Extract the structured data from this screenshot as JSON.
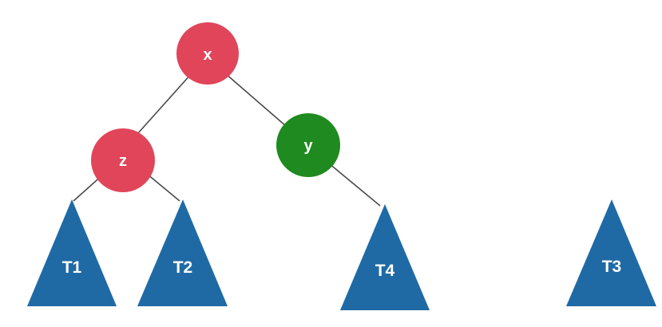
{
  "colors": {
    "background": "#ffffff",
    "node_red": "#e0455a",
    "node_green": "#1f8a1f",
    "subtree_blue": "#1f6aa5",
    "edge": "#4a4a4a",
    "label": "#ffffff"
  },
  "nodes": [
    {
      "id": "x",
      "label": "x",
      "color": "red"
    },
    {
      "id": "z",
      "label": "z",
      "color": "red"
    },
    {
      "id": "y",
      "label": "y",
      "color": "green"
    }
  ],
  "subtrees": [
    {
      "id": "T1",
      "label": "T1"
    },
    {
      "id": "T2",
      "label": "T2"
    },
    {
      "id": "T4",
      "label": "T4"
    },
    {
      "id": "T3",
      "label": "T3"
    }
  ],
  "edges": [
    [
      "x",
      "z"
    ],
    [
      "x",
      "y"
    ],
    [
      "z",
      "T1"
    ],
    [
      "z",
      "T2"
    ],
    [
      "y",
      "T4"
    ]
  ]
}
